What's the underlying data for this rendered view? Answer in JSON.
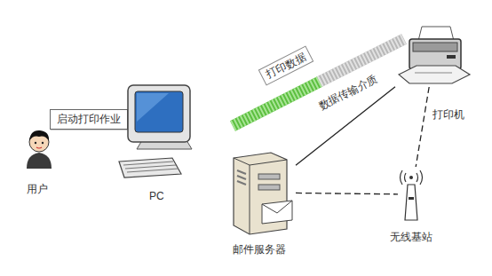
{
  "diagram": {
    "nodes": [
      {
        "text": [
          "用户"
        ]
      },
      {
        "text": [
          "启动打印作业"
        ]
      },
      {
        "text": [
          "PC"
        ]
      },
      {
        "text": [
          "打印数据"
        ]
      },
      {
        "text": [
          "打印机"
        ]
      },
      {
        "text": [
          "邮件服务器"
        ]
      },
      {
        "text": [
          "无线基站"
        ]
      }
    ],
    "edges": [
      {
        "from": 5,
        "to": 4,
        "arrow": "none"
      },
      {
        "from": 5,
        "to": 6,
        "arrow": "none"
      },
      {
        "from": 4,
        "to": 6,
        "arrow": "none"
      }
    ],
    "labels": [
      "数据传输介质"
    ]
  }
}
